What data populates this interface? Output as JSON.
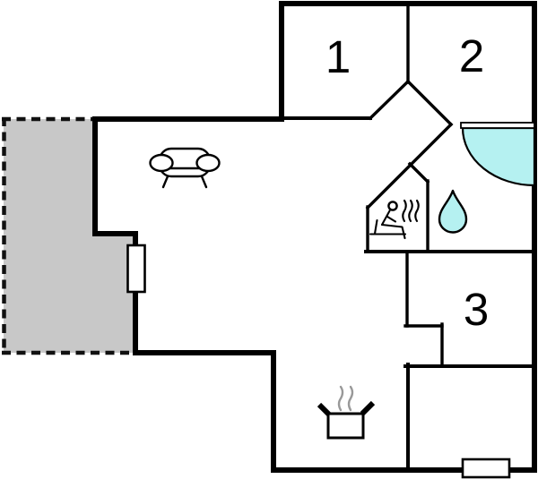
{
  "plan": {
    "type": "floor-plan",
    "rooms": [
      {
        "id": "room-1",
        "label": "1"
      },
      {
        "id": "room-2",
        "label": "2"
      },
      {
        "id": "room-3",
        "label": "3"
      }
    ],
    "colors": {
      "background": "#ffffff",
      "walls": "#000000",
      "terrace_fill": "#c8c8c8",
      "water_fill": "#b5f1f1",
      "steam_gray": "#999999"
    },
    "icons": [
      {
        "name": "sofa-icon"
      },
      {
        "name": "sauna-icon"
      },
      {
        "name": "water-drop-icon"
      },
      {
        "name": "shower-door-icon"
      },
      {
        "name": "cooking-pot-icon"
      },
      {
        "name": "window-icon-left"
      },
      {
        "name": "window-icon-bottom"
      }
    ],
    "features": [
      {
        "name": "terrace-area"
      }
    ]
  }
}
